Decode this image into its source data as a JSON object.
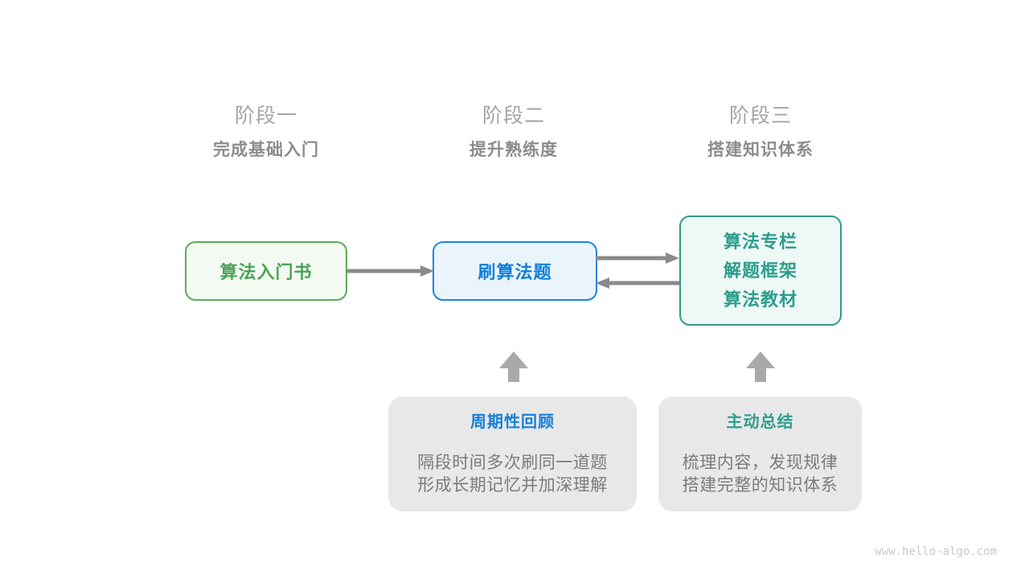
{
  "stages": [
    {
      "title": "阶段一",
      "subtitle": "完成基础入门"
    },
    {
      "title": "阶段二",
      "subtitle": "提升熟练度"
    },
    {
      "title": "阶段三",
      "subtitle": "搭建知识体系"
    }
  ],
  "nodes": {
    "intro_book": {
      "label": "算法入门书",
      "border_color": "#5caa5c",
      "text_color": "#4ca355",
      "bg_color": "#f2faf2"
    },
    "practice": {
      "label": "刷算法题",
      "border_color": "#1d86e0",
      "text_color": "#0f7fd9",
      "bg_color": "#e9f4fd"
    },
    "resources": {
      "lines": [
        "算法专栏",
        "解题框架",
        "算法教材"
      ],
      "border_color": "#35998a",
      "text_color": "#2d9d8d",
      "bg_color": "#eef8f5"
    }
  },
  "arrows": {
    "horizontal_color": "#8a8a8a",
    "block_color": "#a9a9a9"
  },
  "notes": [
    {
      "title": "周期性回顾",
      "title_color": "#1680d8",
      "lines": [
        "隔段时间多次刷同一道题",
        "形成长期记忆并加深理解"
      ]
    },
    {
      "title": "主动总结",
      "title_color": "#2f9e8e",
      "lines": [
        "梳理内容，发现规律",
        "搭建完整的知识体系"
      ]
    }
  ],
  "watermark": "www.hello-algo.com"
}
